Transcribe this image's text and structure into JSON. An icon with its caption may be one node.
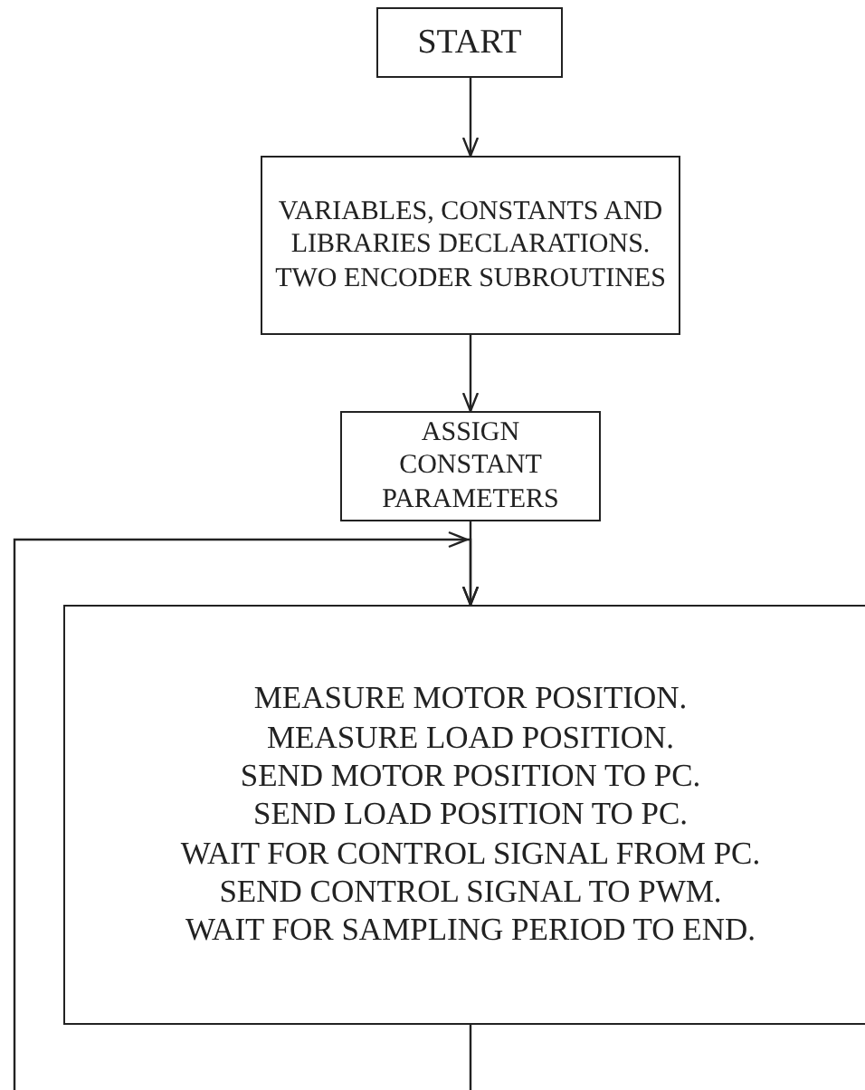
{
  "diagram": {
    "nodes": [
      {
        "text": [
          "START"
        ]
      },
      {
        "text": [
          "VARIABLES, CONSTANTS AND LIBRARIES DECLARATIONS.",
          "TWO ENCODER SUBROUTINES"
        ]
      },
      {
        "text": [
          "ASSIGN CONSTANT PARAMETERS"
        ]
      },
      {
        "text": [
          "MEASURE MOTOR POSITION.",
          "MEASURE LOAD POSITION.",
          "SEND MOTOR POSITION TO PC.",
          "SEND LOAD POSITION TO PC.",
          "WAIT FOR CONTROL SIGNAL FROM PC.",
          "SEND CONTROL SIGNAL TO PWM.",
          "WAIT FOR SAMPLING PERIOD TO END."
        ]
      }
    ],
    "edges": [
      {
        "from": 0,
        "to": 1,
        "arrow": "to"
      },
      {
        "from": 1,
        "to": 2,
        "arrow": "to"
      },
      {
        "from": 2,
        "to": 3,
        "arrow": "to"
      },
      {
        "from": 3,
        "to": null,
        "arrow": "none"
      },
      {
        "from": null,
        "to": 3,
        "arrow": "to"
      }
    ]
  }
}
